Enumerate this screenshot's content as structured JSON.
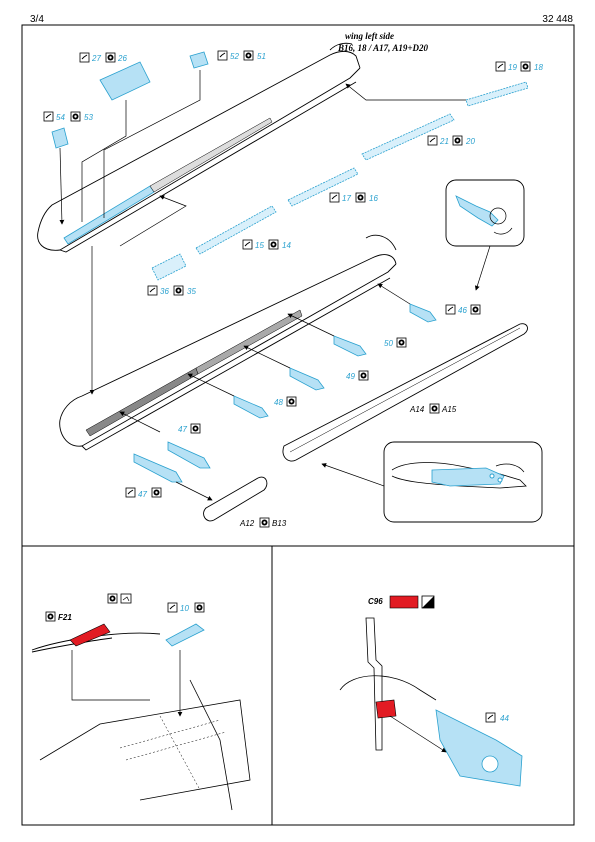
{
  "header": {
    "page": "3/4",
    "code": "32 448"
  },
  "colors": {
    "photo_etch": "#b6e1f5",
    "photo_etch_stroke": "#2aa1cf",
    "painted_red": "#e21b23",
    "line": "#000000"
  },
  "icons": {
    "fold": "bend-check-icon",
    "steel": "steel-icon",
    "color": "color-square-icon"
  },
  "wing": {
    "note_title": "wing left side",
    "note_parts": "B16, 18 / A17, A19+D20",
    "part_labels": {
      "p27": "27",
      "p26": "26",
      "p52": "52",
      "p51": "51",
      "p54": "54",
      "p53": "53",
      "p19": "19",
      "p18": "18",
      "p21": "21",
      "p20": "20",
      "p17": "17",
      "p16": "16",
      "p15": "15",
      "p14": "14",
      "p36": "36",
      "p35": "35",
      "p46": "46",
      "p50": "50",
      "p49": "49",
      "p48": "48",
      "p47a": "47",
      "p47b": "47",
      "a14": "A14",
      "a15": "A15",
      "a12": "A12",
      "b13": "B13"
    }
  },
  "panel_left": {
    "f21": "F21",
    "p10": "10"
  },
  "panel_right": {
    "c96": "C96",
    "p44": "44"
  }
}
